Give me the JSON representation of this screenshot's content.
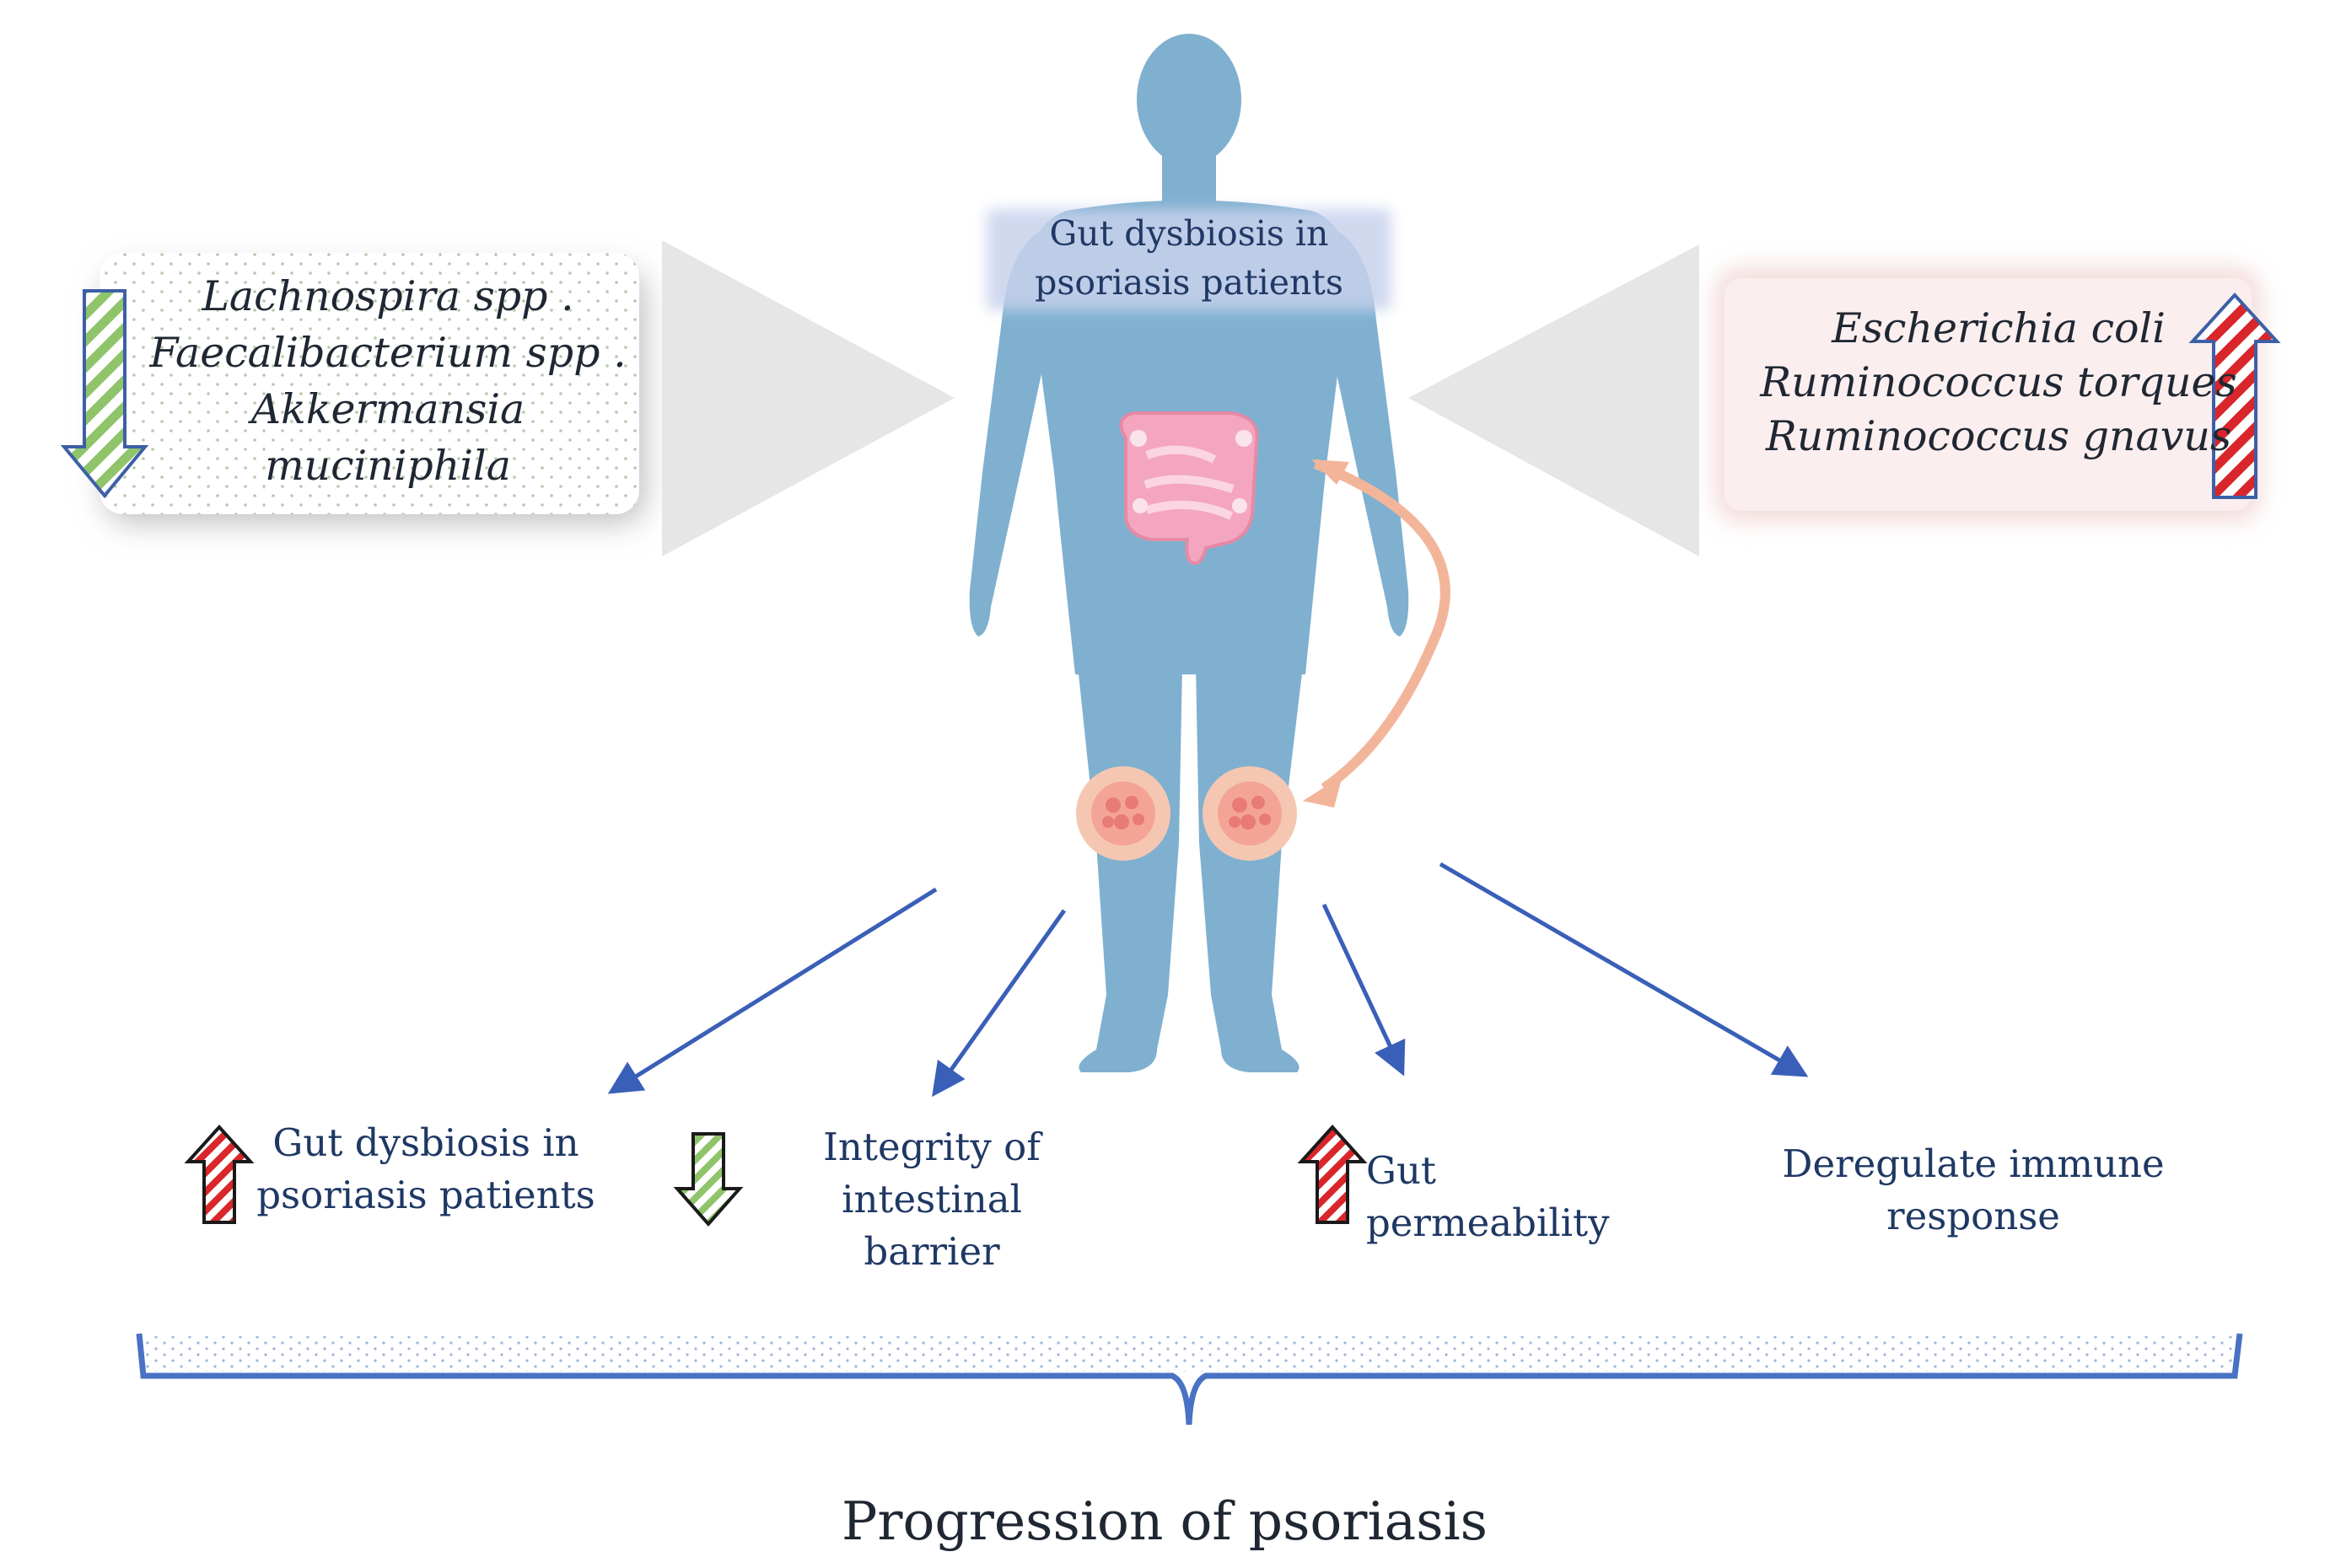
{
  "center": {
    "label_lines": [
      "Gut dysbiosis in",
      "psoriasis patients"
    ]
  },
  "decreased_taxa": {
    "lines": [
      "Lachnospira spp .",
      "Faecalibacterium spp .",
      "Akkermansia",
      "muciniphila"
    ],
    "arrow": "down-arrow-icon",
    "color": "#8fc46a"
  },
  "increased_taxa": {
    "lines": [
      "Escherichia coli",
      "Ruminococcus torques",
      "Ruminococcus gnavus"
    ],
    "arrow": "up-arrow-icon",
    "color": "#d9262b"
  },
  "effects": [
    {
      "lines": [
        "Gut dysbiosis in",
        "psoriasis patients"
      ],
      "indicator": "up-arrow-icon"
    },
    {
      "lines": [
        "Integrity of intestinal",
        "barrier"
      ],
      "indicator": "down-arrow-icon"
    },
    {
      "lines": [
        "Gut permeability"
      ],
      "indicator": "up-arrow-icon"
    },
    {
      "lines": [
        "Deregulate immune",
        "response"
      ],
      "indicator": "none"
    }
  ],
  "footer": {
    "title": "Progression of psoriasis"
  },
  "colors": {
    "body": "#7fb0d0",
    "gut": "#f4a6c0",
    "connector_arrows": "#3a5fb8",
    "feedback_arrow": "#f3b59a",
    "bracket": "#4a72c4"
  }
}
